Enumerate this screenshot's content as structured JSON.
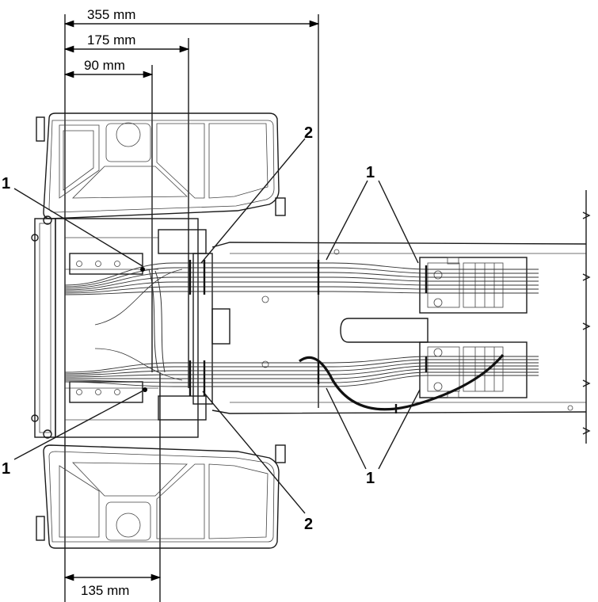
{
  "dimensions": {
    "d355": "355 mm",
    "d175": "175 mm",
    "d90": "90 mm",
    "d135": "135 mm"
  },
  "callouts": {
    "left_top_1": "1",
    "left_bottom_1": "1",
    "top_2": "2",
    "bottom_2": "2",
    "right_top_1": "1",
    "right_bottom_1": "1"
  },
  "colors": {
    "line": "#1a1a1a",
    "background": "#ffffff"
  }
}
